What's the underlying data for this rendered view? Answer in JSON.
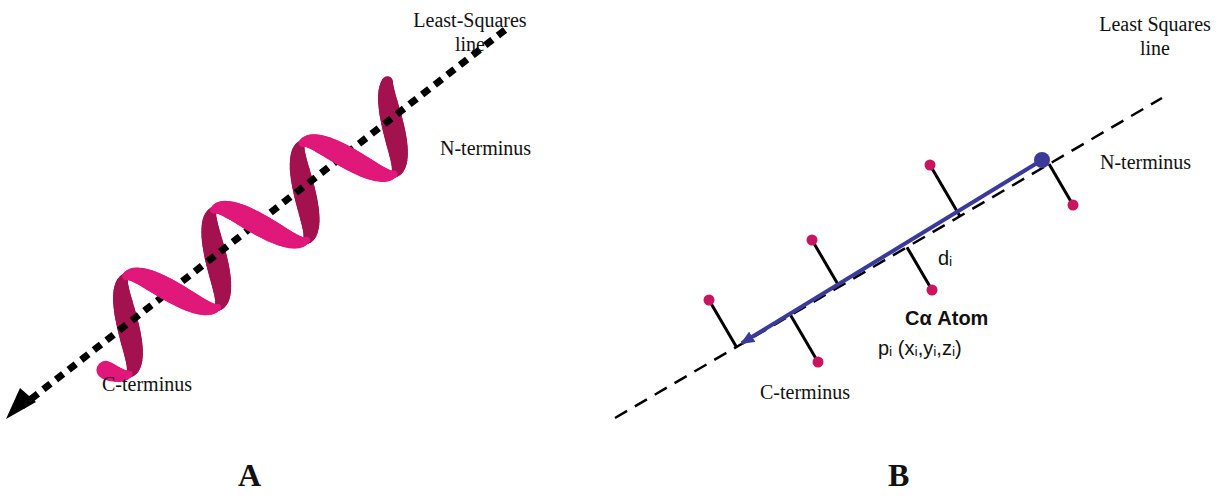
{
  "diagram": {
    "labels": [
      "Least-Squares line",
      "N-terminus",
      "C-terminus",
      "A",
      "Least Squares line",
      "N-terminus",
      "dᵢ",
      "Cα Atom",
      "pᵢ (xᵢ,yᵢ,zᵢ)",
      "C-terminus",
      "B"
    ]
  }
}
